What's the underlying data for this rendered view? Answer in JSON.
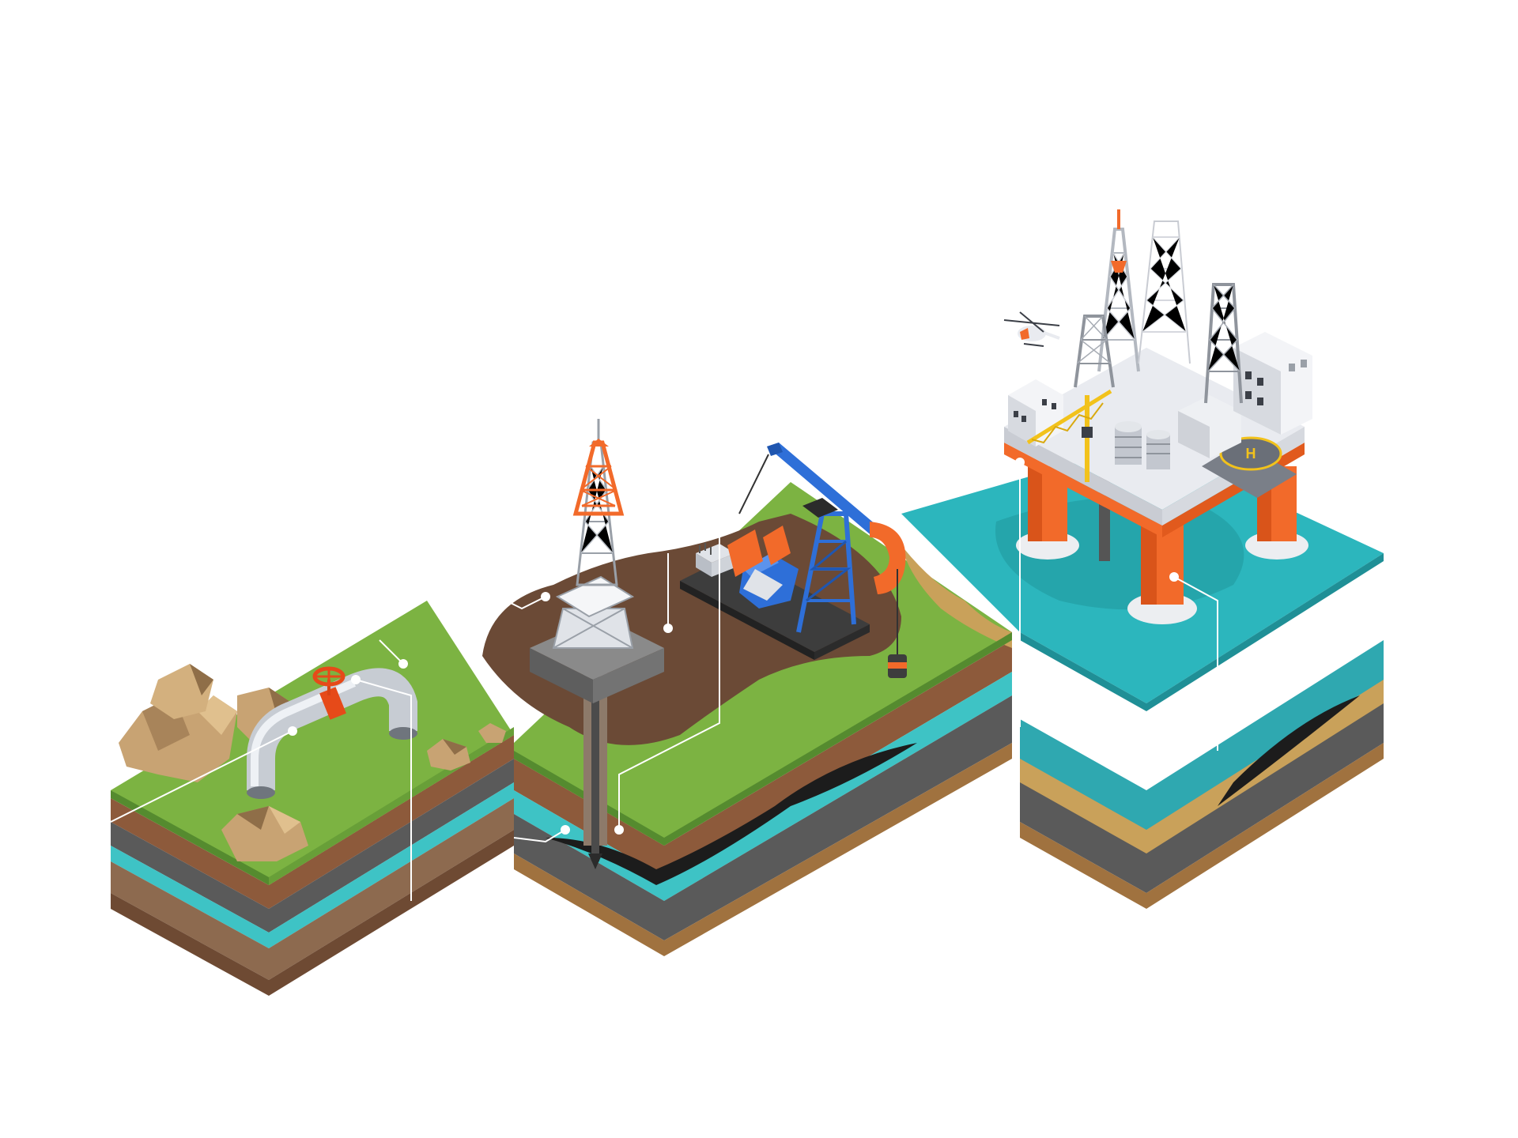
{
  "diagram": {
    "title": "",
    "sections": [
      "pipeline",
      "onshore-drilling-rig",
      "pumpjack",
      "offshore-platform"
    ],
    "callouts": [
      {
        "name": "pipeline-callout"
      },
      {
        "name": "valve-callout"
      },
      {
        "name": "rock-callout"
      },
      {
        "name": "derrick-callout"
      },
      {
        "name": "mud-pit-callout"
      },
      {
        "name": "wellbore-callout"
      },
      {
        "name": "reservoir-callout"
      },
      {
        "name": "platform-callout"
      },
      {
        "name": "platform-leg-callout"
      }
    ],
    "platform": {
      "helipad_marking": "H"
    }
  },
  "colors": {
    "grass": "#7cb342",
    "grass_dark": "#558b2f",
    "mud": "#6b4a36",
    "soil": "#8d5a3b",
    "aquifer": "#3ec3c5",
    "bedrock": "#5a5a5a",
    "sea": "#2cb6bd",
    "sea_dark": "#22999f",
    "sand": "#c9a15a",
    "rig_orange": "#f26a2a",
    "pumpjack_blue": "#2e6fd8",
    "rock": "#c8a373",
    "pipe": "#d9dde3",
    "platform_white": "#e9ebf0"
  }
}
